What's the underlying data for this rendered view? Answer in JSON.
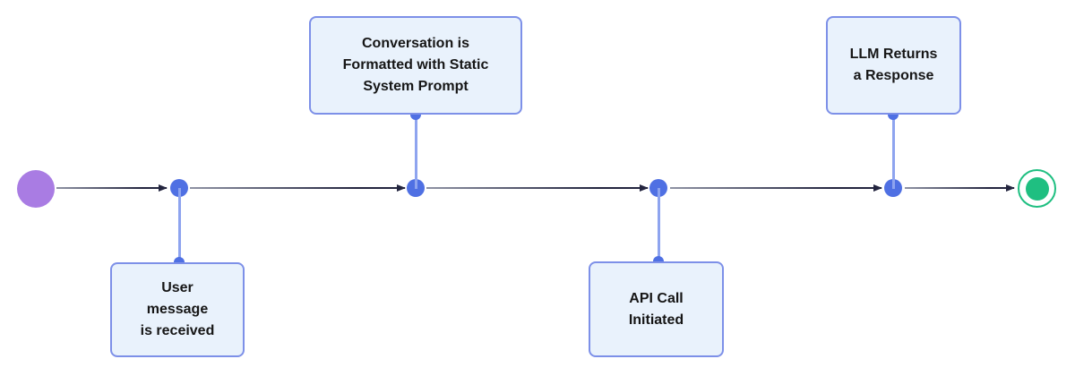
{
  "diagram": {
    "events": [
      {
        "label": "User\nmessage\nis received",
        "position": "below"
      },
      {
        "label": "Conversation is\nFormatted with Static\nSystem Prompt",
        "position": "above"
      },
      {
        "label": "API Call\nInitiated",
        "position": "below"
      },
      {
        "label": "LLM Returns\na Response",
        "position": "above"
      }
    ]
  },
  "colors": {
    "start_purple": "#a97ce3",
    "milestone_blue": "#4f70e3",
    "connector_blue": "#8ea4ef",
    "box_border": "#7d90e8",
    "box_fill": "#e9f2fc",
    "edge_gray": "#8f93a4",
    "edge_dark": "#23253f",
    "end_green": "#1fbf81",
    "text_color": "#161616",
    "bg": "#ffffff"
  }
}
